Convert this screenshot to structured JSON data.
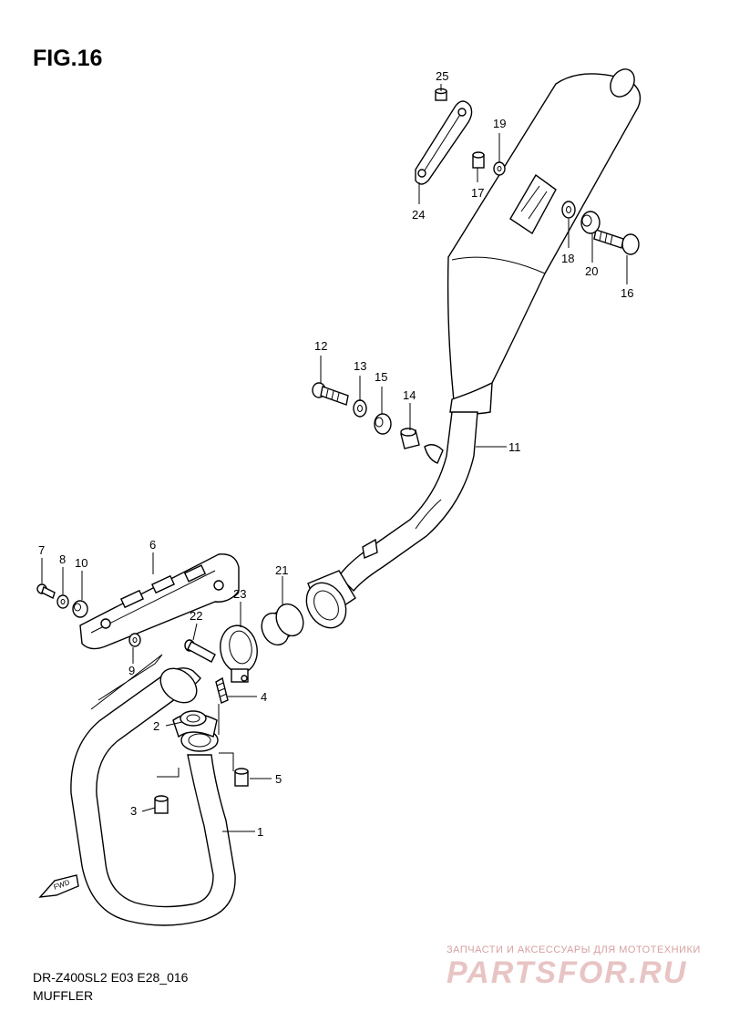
{
  "header": {
    "fig_label": "FIG.16"
  },
  "footer": {
    "model_code": "DR-Z400SL2 E03 E28_016",
    "section_title": "MUFFLER"
  },
  "watermark": {
    "tagline": "ЗАПЧАСТИ И АКСЕССУАРЫ ДЛЯ МОТОТЕХНИКИ",
    "logo": "PARTSFOR.RU",
    "color": "#e8c4c4"
  },
  "direction_label": "FWD",
  "parts": {
    "p1": "1",
    "p2": "2",
    "p3": "3",
    "p4": "4",
    "p5": "5",
    "p6": "6",
    "p7": "7",
    "p8": "8",
    "p9": "9",
    "p10": "10",
    "p11": "11",
    "p12": "12",
    "p13": "13",
    "p14": "14",
    "p15": "15",
    "p16": "16",
    "p17": "17",
    "p18": "18",
    "p19": "19",
    "p20": "20",
    "p21": "21",
    "p22": "22",
    "p23": "23",
    "p24": "24",
    "p25": "25"
  }
}
